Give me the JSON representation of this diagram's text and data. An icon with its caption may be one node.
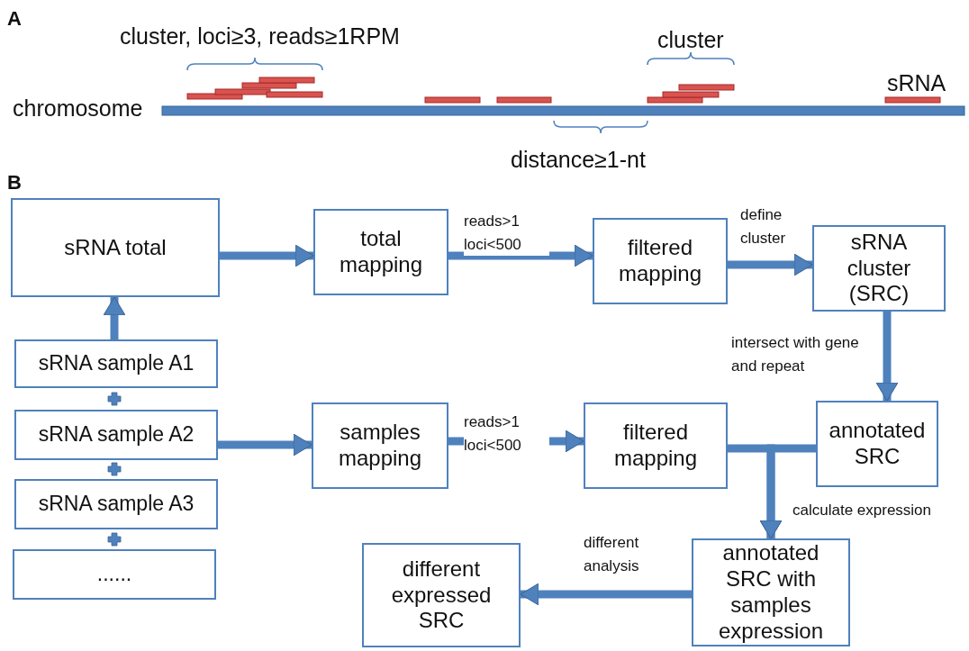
{
  "diagram": {
    "nodes": [
      {
        "text": [
          "sRNA total"
        ]
      },
      {
        "text": [
          "total mapping"
        ]
      },
      {
        "text": [
          "filtered mapping"
        ]
      },
      {
        "text": [
          "sRNA cluster (SRC)"
        ]
      },
      {
        "text": [
          "sRNA sample A1"
        ]
      },
      {
        "text": [
          "sRNA sample A2"
        ]
      },
      {
        "text": [
          "sRNA sample A3"
        ]
      },
      {
        "text": [
          "......"
        ]
      },
      {
        "text": [
          "samples mapping"
        ]
      },
      {
        "text": [
          "filtered mapping"
        ]
      },
      {
        "text": [
          "annotated SRC"
        ]
      },
      {
        "text": [
          "annotated SRC with samples expression"
        ]
      },
      {
        "text": [
          "different expressed SRC"
        ]
      }
    ],
    "edges": [
      {
        "from": 0,
        "to": 1,
        "arrow": "to"
      },
      {
        "from": 1,
        "to": 2,
        "arrow": "to",
        "label": "reads>1 loci<500"
      },
      {
        "from": 2,
        "to": 3,
        "arrow": "to",
        "label": "define cluster"
      },
      {
        "from": 3,
        "to": 10,
        "arrow": "to",
        "label": "intersect with gene and repeat"
      },
      {
        "from": 4,
        "to": 0,
        "arrow": "to"
      },
      {
        "from": 5,
        "to": 8,
        "arrow": "to"
      },
      {
        "from": 8,
        "to": 9,
        "arrow": "to",
        "label": "reads>1 loci<500"
      },
      {
        "from": 9,
        "to": 11,
        "arrow": "to",
        "label": "calculate expression"
      },
      {
        "from": 10,
        "to": 11,
        "arrow": "to"
      },
      {
        "from": 11,
        "to": 12,
        "arrow": "to",
        "label": "different analysis"
      }
    ],
    "labels": [
      "A",
      "cluster, loci≥3, reads≥1RPM",
      "cluster",
      "chromosome",
      "sRNA",
      "distance≥1-nt",
      "B"
    ]
  }
}
